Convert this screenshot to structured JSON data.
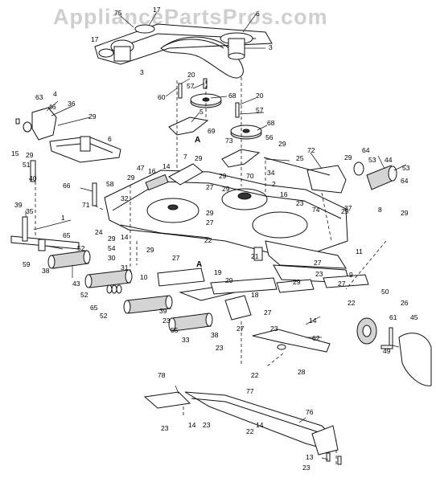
{
  "watermark": "AppliancePartsPros.com",
  "labels": [
    {
      "id": "75a",
      "text": "75"
    },
    {
      "id": "17a",
      "text": "17"
    },
    {
      "id": "6a",
      "text": "6"
    },
    {
      "id": "17b",
      "text": "17"
    },
    {
      "id": "3a",
      "text": "3"
    },
    {
      "id": "3b",
      "text": "3"
    },
    {
      "id": "20a",
      "text": "20"
    },
    {
      "id": "57a",
      "text": "57"
    },
    {
      "id": "60",
      "text": "60"
    },
    {
      "id": "68a",
      "text": "68"
    },
    {
      "id": "5",
      "text": "5"
    },
    {
      "id": "20b",
      "text": "20"
    },
    {
      "id": "57b",
      "text": "57"
    },
    {
      "id": "68b",
      "text": "68"
    },
    {
      "id": "69",
      "text": "69"
    },
    {
      "id": "A1",
      "text": "A"
    },
    {
      "id": "73",
      "text": "73"
    },
    {
      "id": "56",
      "text": "56"
    },
    {
      "id": "29a",
      "text": "29"
    },
    {
      "id": "63",
      "text": "63"
    },
    {
      "id": "4",
      "text": "4"
    },
    {
      "id": "46",
      "text": "46"
    },
    {
      "id": "36",
      "text": "36"
    },
    {
      "id": "29b",
      "text": "29"
    },
    {
      "id": "6b",
      "text": "6"
    },
    {
      "id": "15",
      "text": "15"
    },
    {
      "id": "51",
      "text": "51"
    },
    {
      "id": "29c",
      "text": "29"
    },
    {
      "id": "40",
      "text": "40"
    },
    {
      "id": "66",
      "text": "66"
    },
    {
      "id": "72",
      "text": "72"
    },
    {
      "id": "64a",
      "text": "64"
    },
    {
      "id": "25",
      "text": "25"
    },
    {
      "id": "29d",
      "text": "29"
    },
    {
      "id": "53a",
      "text": "53"
    },
    {
      "id": "44",
      "text": "44"
    },
    {
      "id": "53b",
      "text": "53"
    },
    {
      "id": "64b",
      "text": "64"
    },
    {
      "id": "7",
      "text": "7"
    },
    {
      "id": "29e",
      "text": "29"
    },
    {
      "id": "47",
      "text": "47"
    },
    {
      "id": "16a",
      "text": "16"
    },
    {
      "id": "14a",
      "text": "14"
    },
    {
      "id": "29f",
      "text": "29"
    },
    {
      "id": "34",
      "text": "34"
    },
    {
      "id": "58",
      "text": "58"
    },
    {
      "id": "29g",
      "text": "29"
    },
    {
      "id": "70",
      "text": "70"
    },
    {
      "id": "2",
      "text": "2"
    },
    {
      "id": "16b",
      "text": "16"
    },
    {
      "id": "32",
      "text": "32"
    },
    {
      "id": "27a",
      "text": "27"
    },
    {
      "id": "29h",
      "text": "29"
    },
    {
      "id": "37",
      "text": "37"
    },
    {
      "id": "23a",
      "text": "23"
    },
    {
      "id": "39a",
      "text": "39"
    },
    {
      "id": "71",
      "text": "71"
    },
    {
      "id": "74",
      "text": "74"
    },
    {
      "id": "29i",
      "text": "29"
    },
    {
      "id": "8",
      "text": "8"
    },
    {
      "id": "29j",
      "text": "29"
    },
    {
      "id": "35",
      "text": "35"
    },
    {
      "id": "1",
      "text": "1"
    },
    {
      "id": "29k",
      "text": "29"
    },
    {
      "id": "27b",
      "text": "27"
    },
    {
      "id": "24",
      "text": "24"
    },
    {
      "id": "29l",
      "text": "29"
    },
    {
      "id": "14b",
      "text": "14"
    },
    {
      "id": "22a",
      "text": "22"
    },
    {
      "id": "65a",
      "text": "65"
    },
    {
      "id": "54",
      "text": "54"
    },
    {
      "id": "29m",
      "text": "29"
    },
    {
      "id": "11",
      "text": "11"
    },
    {
      "id": "59",
      "text": "59"
    },
    {
      "id": "38a",
      "text": "38"
    },
    {
      "id": "30",
      "text": "30"
    },
    {
      "id": "27c",
      "text": "27"
    },
    {
      "id": "A2",
      "text": "A"
    },
    {
      "id": "21",
      "text": "21"
    },
    {
      "id": "52a",
      "text": "52"
    },
    {
      "id": "31",
      "text": "31"
    },
    {
      "id": "27d",
      "text": "27"
    },
    {
      "id": "19",
      "text": "19"
    },
    {
      "id": "29n",
      "text": "29"
    },
    {
      "id": "23b",
      "text": "23"
    },
    {
      "id": "9",
      "text": "9"
    },
    {
      "id": "43",
      "text": "43"
    },
    {
      "id": "10",
      "text": "10"
    },
    {
      "id": "29o",
      "text": "29"
    },
    {
      "id": "27e",
      "text": "27"
    },
    {
      "id": "52b",
      "text": "52"
    },
    {
      "id": "65b",
      "text": "65"
    },
    {
      "id": "52c",
      "text": "52"
    },
    {
      "id": "39b",
      "text": "39"
    },
    {
      "id": "23c",
      "text": "23"
    },
    {
      "id": "18",
      "text": "18"
    },
    {
      "id": "27f",
      "text": "27"
    },
    {
      "id": "22b",
      "text": "22"
    },
    {
      "id": "50",
      "text": "50"
    },
    {
      "id": "26",
      "text": "26"
    },
    {
      "id": "55",
      "text": "55"
    },
    {
      "id": "33",
      "text": "33"
    },
    {
      "id": "38b",
      "text": "38"
    },
    {
      "id": "27g",
      "text": "27"
    },
    {
      "id": "23d",
      "text": "23"
    },
    {
      "id": "14c",
      "text": "14"
    },
    {
      "id": "61",
      "text": "61"
    },
    {
      "id": "45",
      "text": "45"
    },
    {
      "id": "62",
      "text": "62"
    },
    {
      "id": "23e",
      "text": "23"
    },
    {
      "id": "49",
      "text": "49"
    },
    {
      "id": "28",
      "text": "28"
    },
    {
      "id": "22c",
      "text": "22"
    },
    {
      "id": "78",
      "text": "78"
    },
    {
      "id": "77",
      "text": "77"
    },
    {
      "id": "76",
      "text": "76"
    },
    {
      "id": "23f",
      "text": "23"
    },
    {
      "id": "14d",
      "text": "14"
    },
    {
      "id": "23g",
      "text": "23"
    },
    {
      "id": "22d",
      "text": "22"
    },
    {
      "id": "14e",
      "text": "14"
    },
    {
      "id": "13",
      "text": "13"
    },
    {
      "id": "23h",
      "text": "23"
    }
  ]
}
